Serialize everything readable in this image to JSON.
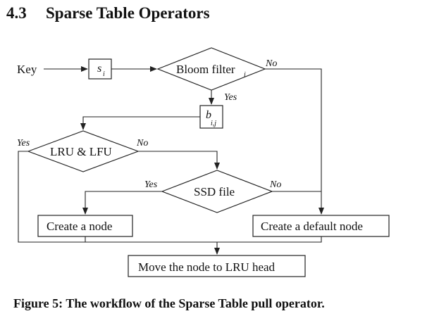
{
  "section": {
    "number": "4.3",
    "title": "Sparse Table Operators"
  },
  "diagram": {
    "input_label": "Key",
    "s_var": "s",
    "s_sub": "i",
    "bloom_label": "Bloom filter",
    "bloom_sub": "i",
    "b_var": "b",
    "b_sub": "i,j",
    "lru_label": "LRU & LFU",
    "ssd_label": "SSD file",
    "create_node": "Create a node",
    "create_default": "Create a default node",
    "move_node": "Move the node to LRU head",
    "edge_labels": {
      "bloom_no": "No",
      "bloom_yes": "Yes",
      "lru_yes": "Yes",
      "lru_no": "No",
      "ssd_yes": "Yes",
      "ssd_no": "No"
    }
  },
  "caption": "Figure 5: The workflow of the Sparse Table pull operator."
}
